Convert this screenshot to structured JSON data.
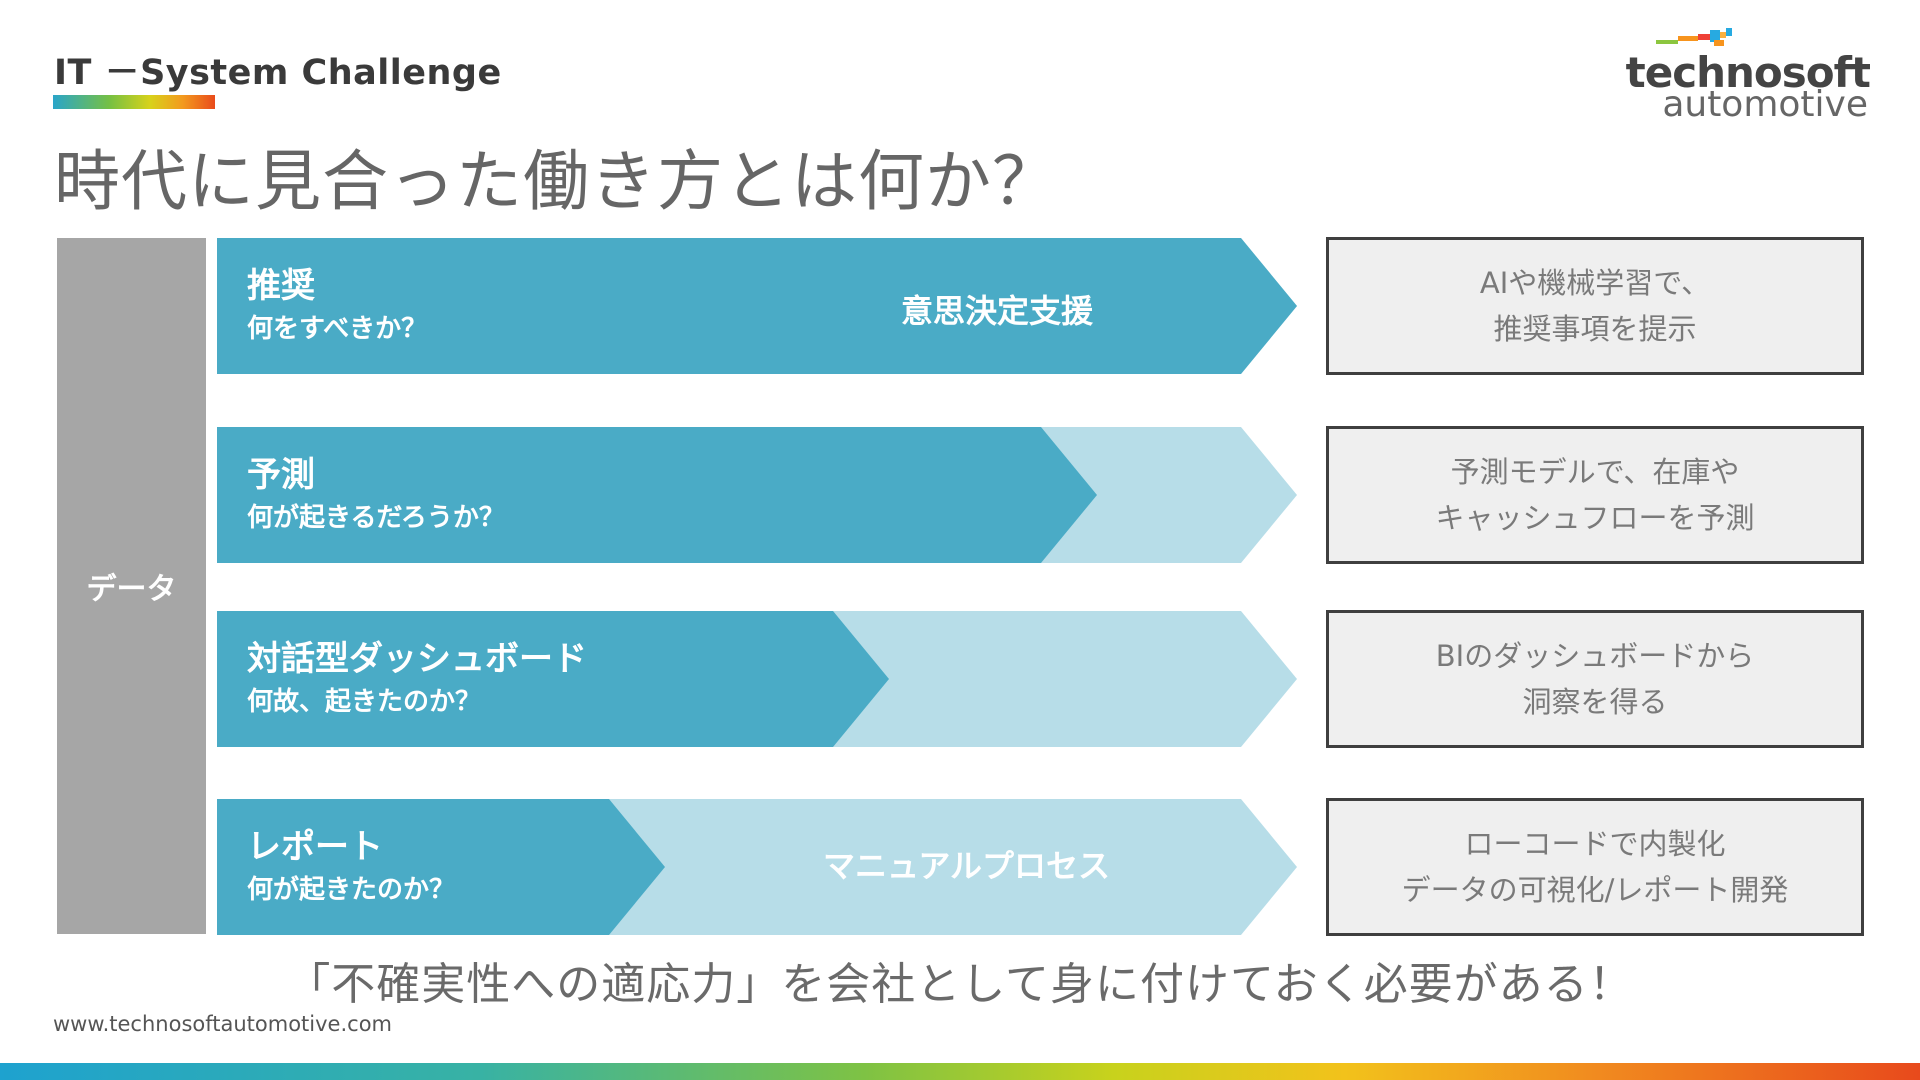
{
  "header": {
    "section_title": "IT －System Challenge",
    "headline": "時代に見合った働き方とは何か？"
  },
  "logo": {
    "line1": "technosoft",
    "line2": "automotive"
  },
  "data_column": {
    "label": "データ"
  },
  "rows": [
    {
      "title": "推奨",
      "subtitle": "何をすべきか？",
      "center_label": "意思決定支援",
      "fill_fraction": 1.0,
      "box_line1": "AIや機械学習で、",
      "box_line2": "推奨事項を提示"
    },
    {
      "title": "予測",
      "subtitle": "何が起きるだろうか？",
      "center_label": "",
      "fill_fraction": 0.81,
      "box_line1": "予測モデルで、在庫や",
      "box_line2": "キャッシュフローを予測"
    },
    {
      "title": "対話型ダッシュボード",
      "subtitle": "何故、起きたのか？",
      "center_label": "",
      "fill_fraction": 0.62,
      "box_line1": "BIのダッシュボードから",
      "box_line2": "洞察を得る"
    },
    {
      "title": "レポート",
      "subtitle": "何が起きたのか？",
      "center_label": "マニュアルプロセス",
      "fill_fraction": 0.41,
      "box_line1": "ローコードで内製化",
      "box_line2": "データの可視化/レポート開発"
    }
  ],
  "footer": {
    "message": "「不確実性への適応力」を会社として身に付けておく必要がある！",
    "website": "www.technosoftautomotive.com"
  },
  "colors": {
    "arrow_dark": "#4aabc6",
    "arrow_light": "#b7dde8",
    "data_column": "#a6a6a6",
    "box_bg": "#efefef",
    "box_border": "#3f3f3f"
  }
}
